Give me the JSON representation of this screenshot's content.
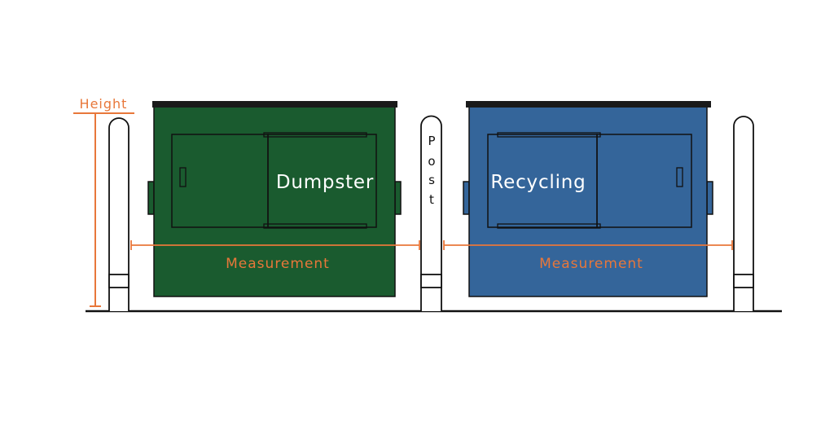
{
  "labels": {
    "height": "Height",
    "dumpster": "Dumpster",
    "recycling": "Recycling",
    "measurement_left": "Measurement",
    "measurement_right": "Measurement",
    "post_letters": [
      "P",
      "o",
      "s",
      "t"
    ]
  },
  "colors": {
    "accent": "#E8773A",
    "dumpster": "#1A5B2F",
    "recycling": "#34659A",
    "outline": "#111111",
    "lid": "#1a1a1a"
  }
}
